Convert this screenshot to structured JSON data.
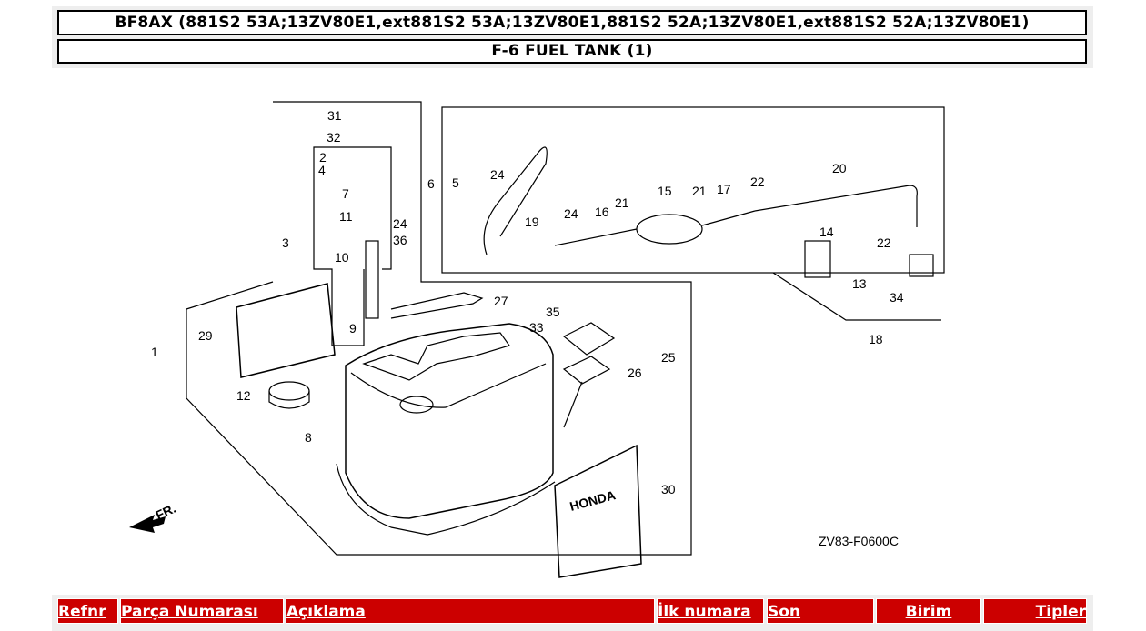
{
  "header": {
    "model_title": "BF8AX (881S2 53A;13ZV80E1,ext881S2 53A;13ZV80E1,881S2 52A;13ZV80E1,ext881S2 52A;13ZV80E1)",
    "section_title": "F-6 FUEL TANK (1)"
  },
  "diagram": {
    "callouts": [
      "1",
      "2",
      "3",
      "4",
      "5",
      "6",
      "7",
      "8",
      "9",
      "10",
      "11",
      "12",
      "13",
      "14",
      "15",
      "16",
      "17",
      "18",
      "19",
      "20",
      "21",
      "21",
      "22",
      "22",
      "24",
      "24",
      "24",
      "25",
      "26",
      "27",
      "29",
      "30",
      "31",
      "32",
      "33",
      "34",
      "35",
      "36"
    ],
    "front_label": "FR.",
    "code": "ZV83-F0600C",
    "brand": "HONDA"
  },
  "table": {
    "headers": [
      "Refnr",
      "Parça Numarası",
      "Açıklama",
      "İlk numara",
      "Son",
      "Birim",
      "Tipler"
    ]
  }
}
